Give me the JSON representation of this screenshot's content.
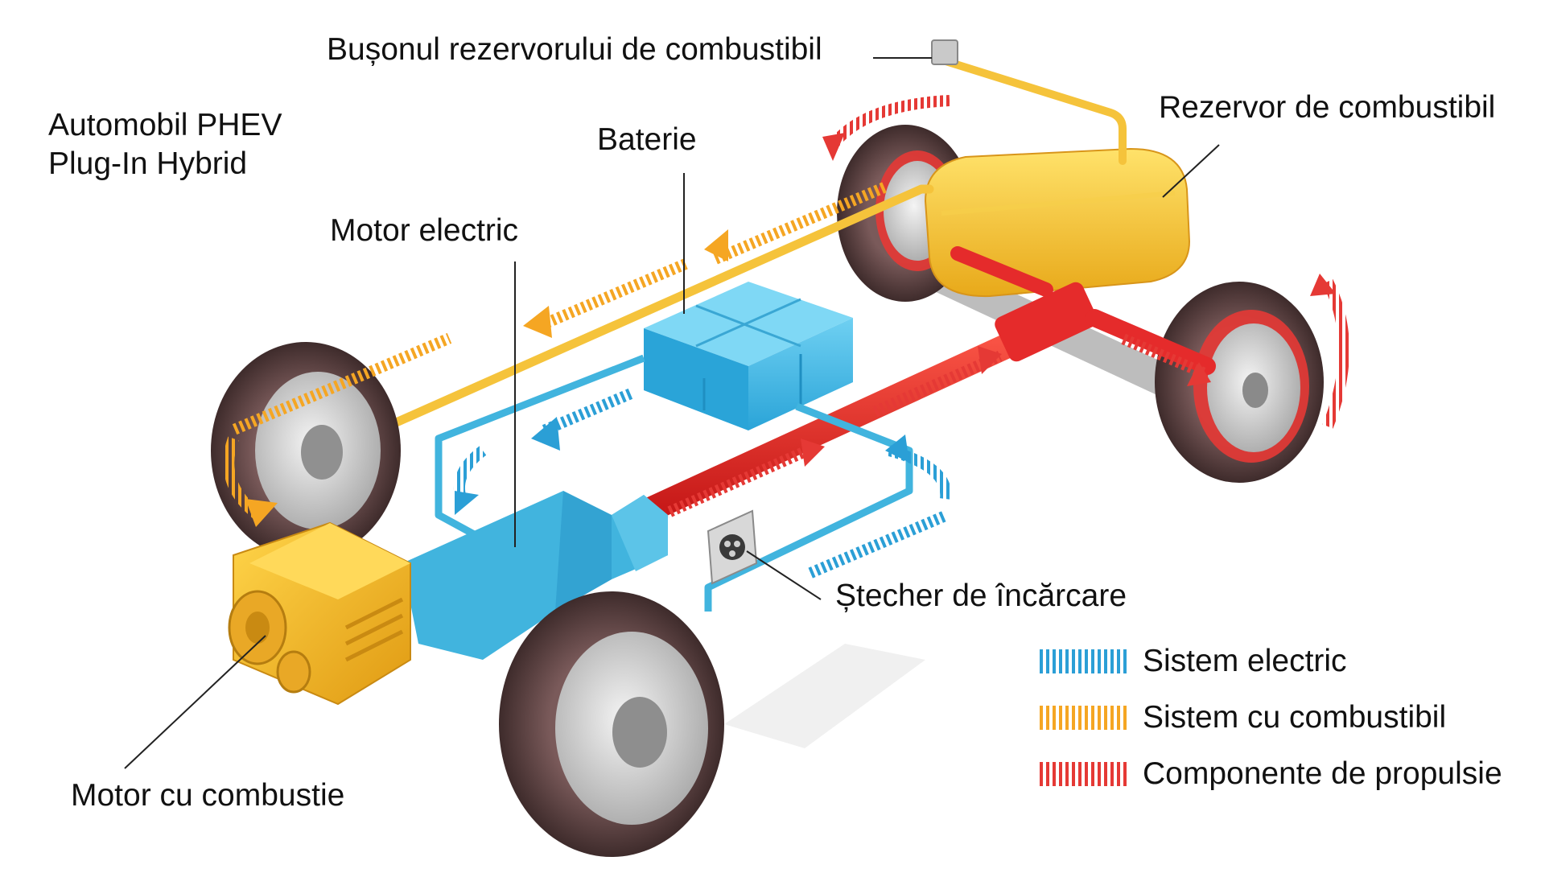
{
  "title": {
    "line1": "Automobil PHEV",
    "line2": "Plug-In Hybrid"
  },
  "labels": {
    "fuel_cap": "Bușonul rezervorului de combustibil",
    "fuel_tank": "Rezervor de combustibil",
    "battery": "Baterie",
    "electric_motor": "Motor electric",
    "charging_plug": "Ștecher de încărcare",
    "combustion_engine": "Motor cu combustie"
  },
  "legend": [
    {
      "label": "Sistem electric",
      "color": "#2FA8DA"
    },
    {
      "label": "Sistem cu combustibil",
      "color": "#F2A93B"
    },
    {
      "label": "Componente de propulsie",
      "color": "#E53935"
    }
  ],
  "colors": {
    "electric": "#41B4DE",
    "fuel": "#F5C33B",
    "propulsion": "#E52B2B",
    "tire": "#5B4343",
    "rim": "#D9D9D9"
  }
}
